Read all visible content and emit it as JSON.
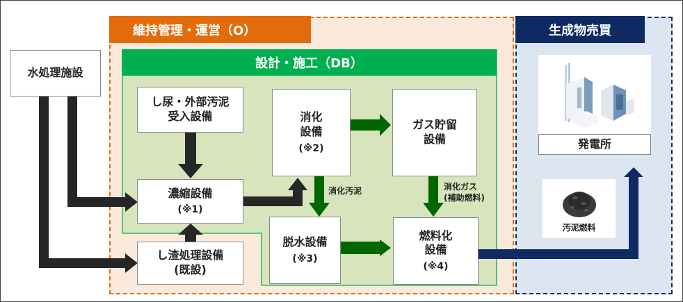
{
  "regions": {
    "om": {
      "title": "維持管理・運営（O）",
      "color": "#e36c0a"
    },
    "db": {
      "title": "設計・施工（DB）",
      "color": "#00b050"
    },
    "sales": {
      "title": "生成物売買",
      "color": "#0f2a63"
    }
  },
  "nodes": {
    "water_treatment": {
      "label": "水処理施設"
    },
    "receiving": {
      "label": "し尿・外部汚泥",
      "label2": "受入設備"
    },
    "thickening": {
      "label": "濃縮設備",
      "note": "(※1)"
    },
    "screenings": {
      "label": "し渣処理設備",
      "note": "(既設)"
    },
    "digestion": {
      "label": "消化",
      "label2": "設備",
      "note": "(※2)"
    },
    "gas_storage": {
      "label": "ガス貯留",
      "label2": "設備"
    },
    "dewatering": {
      "label": "脱水設備",
      "note": "(※3)"
    },
    "fuelization": {
      "label": "燃料化",
      "label2": "設備",
      "note": "(※4)"
    },
    "power_plant": {
      "label": "発電所"
    },
    "sludge_fuel": {
      "label": "汚泥燃料"
    }
  },
  "flows": {
    "digested_sludge": "消化汚泥",
    "digestion_gas": "消化ガス",
    "digestion_gas_note": "(補助燃料)"
  },
  "colors": {
    "arrow_dark": "#262626",
    "arrow_green": "#006600",
    "arrow_navy": "#0f2a63"
  }
}
